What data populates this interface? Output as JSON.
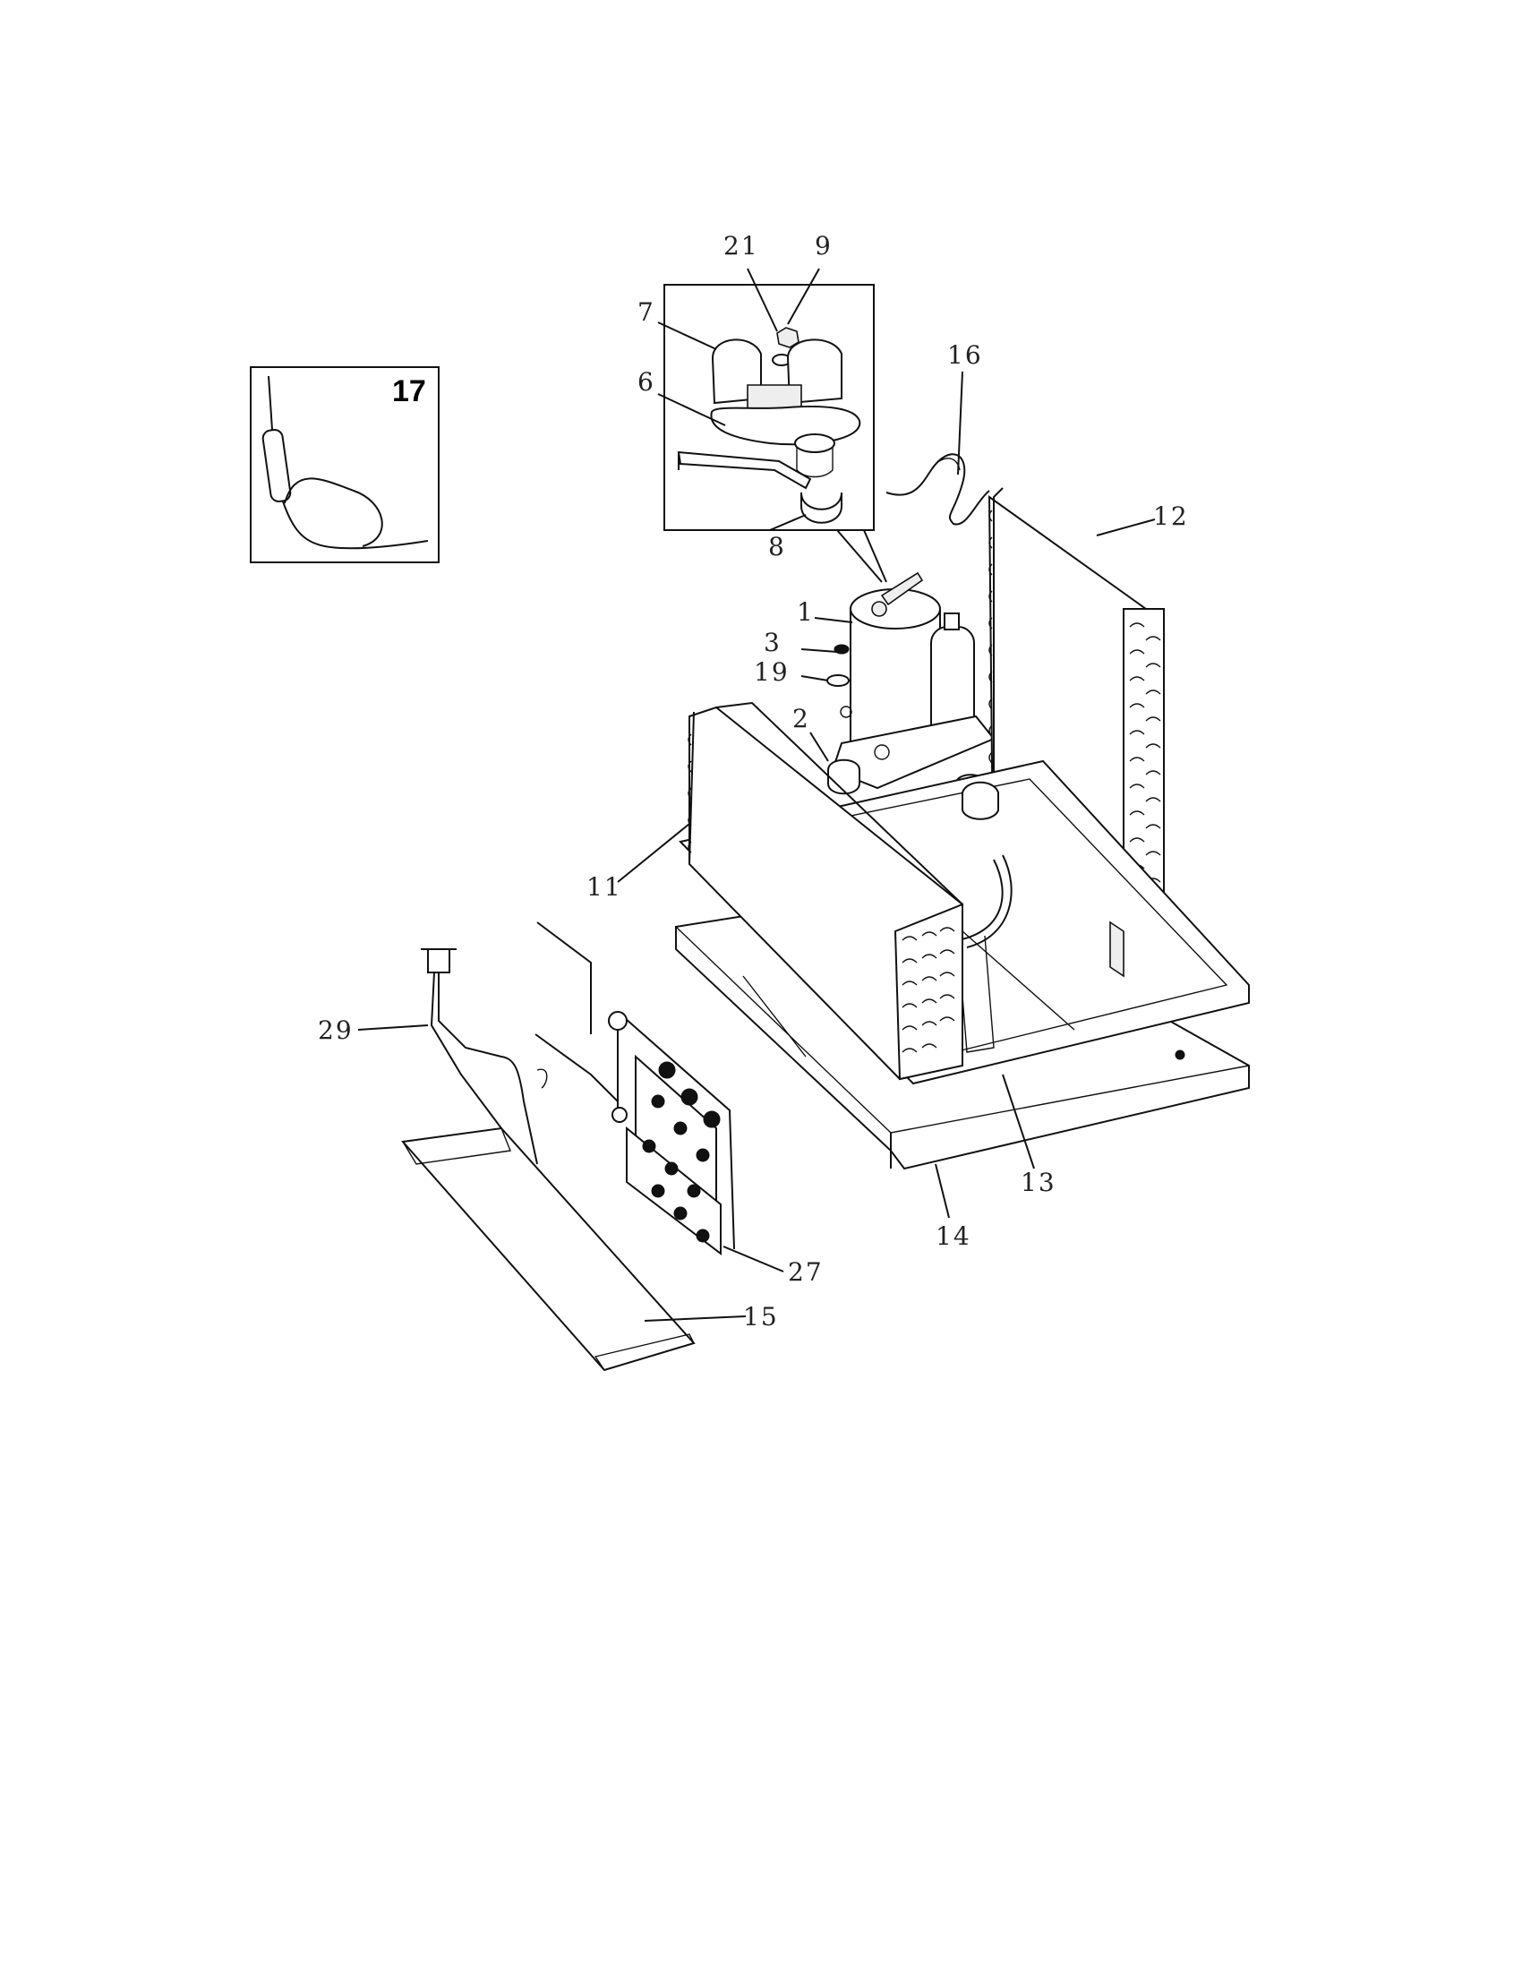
{
  "diagram": {
    "inset_label": "17",
    "callouts": {
      "c1": "1",
      "c2": "2",
      "c3": "3",
      "c6": "6",
      "c7": "7",
      "c8": "8",
      "c9": "9",
      "c11": "11",
      "c12": "12",
      "c13": "13",
      "c14": "14",
      "c15": "15",
      "c16": "16",
      "c19": "19",
      "c21": "21",
      "c27": "27",
      "c29": "29"
    }
  }
}
